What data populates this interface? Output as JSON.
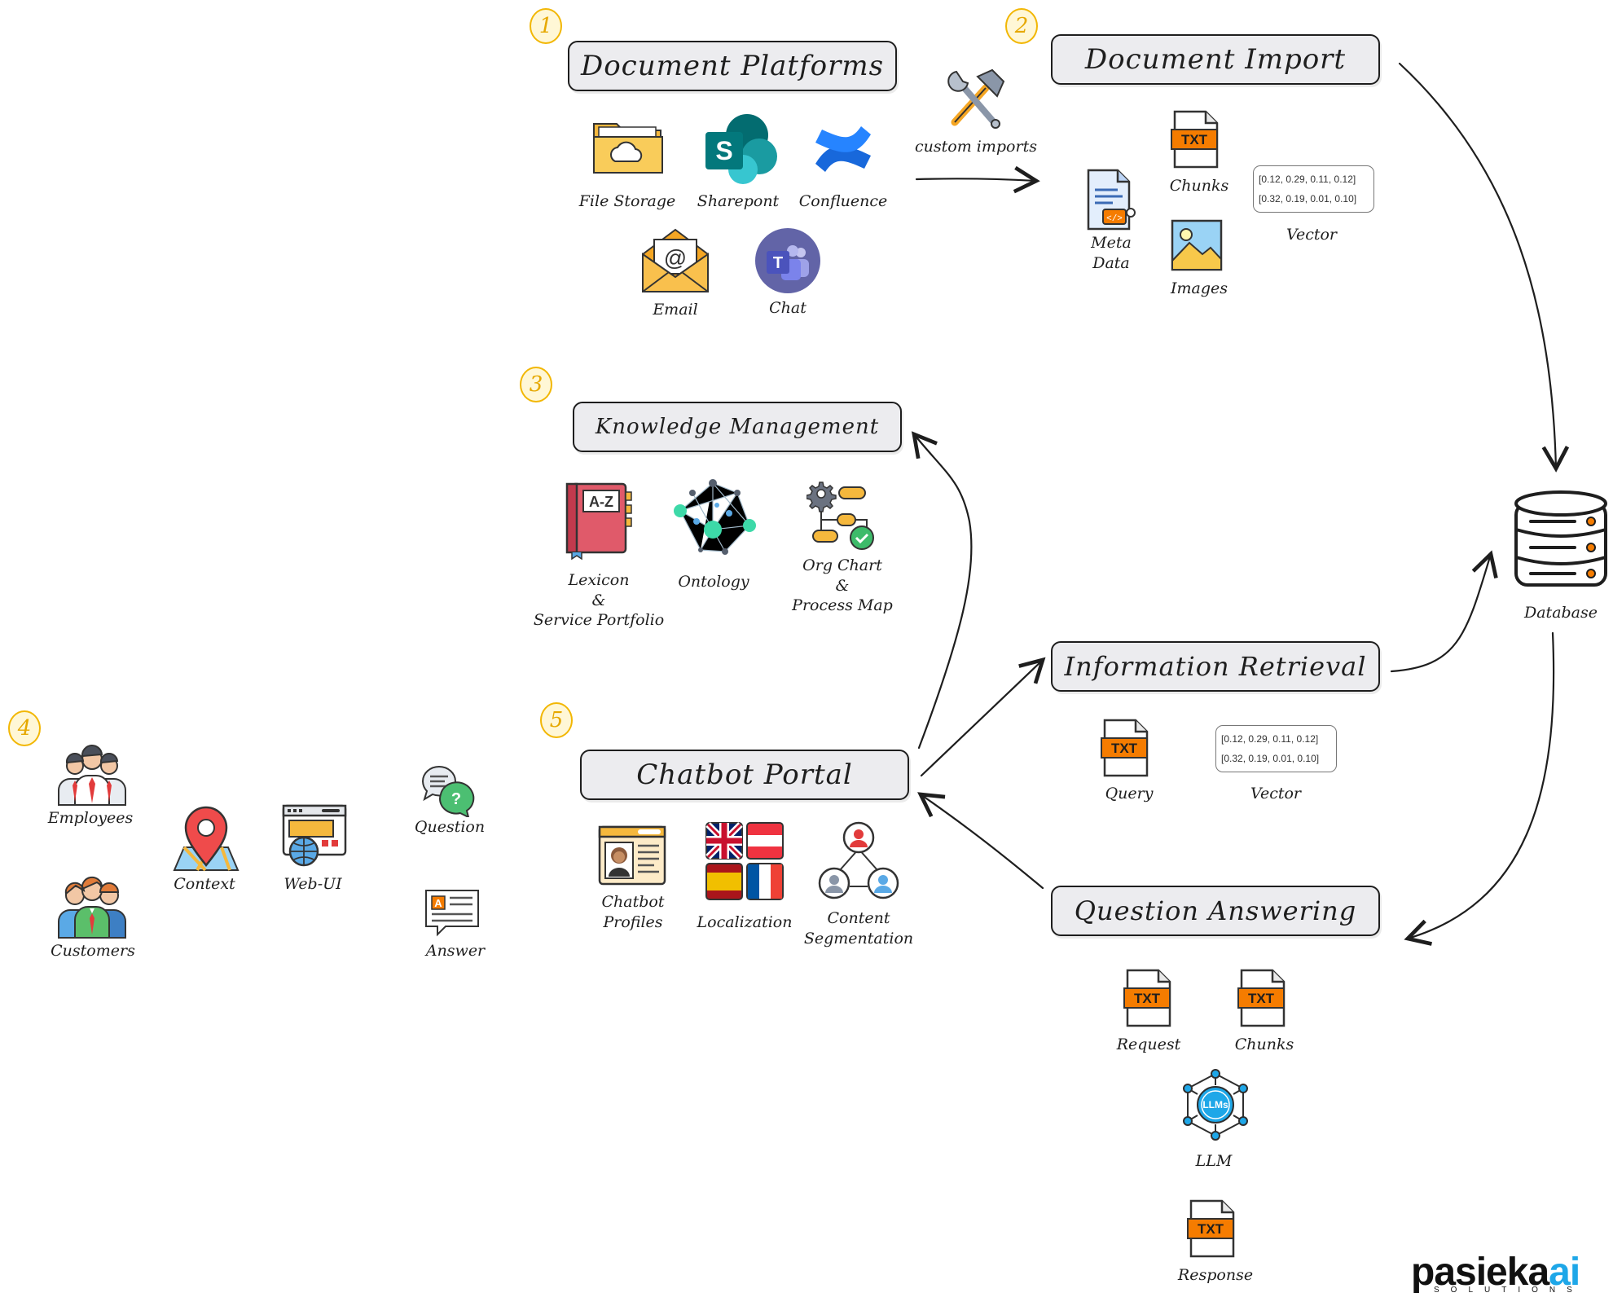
{
  "sections": {
    "document_platforms": {
      "number": "1",
      "title": "Document Platforms",
      "items": {
        "file_storage": "File Storage",
        "sharepoint": "Sharepont",
        "confluence": "Confluence",
        "email": "Email",
        "chat": "Chat"
      }
    },
    "document_import": {
      "number": "2",
      "title": "Document Import",
      "items": {
        "chunks": "Chunks",
        "meta_data": "Meta\nData",
        "images": "Images",
        "vector": "Vector"
      },
      "vector_values": [
        "[0.12, 0.29, 0.11, 0.12]",
        "[0.32, 0.19, 0.01, 0.10]"
      ]
    },
    "custom_imports": "custom imports",
    "knowledge_management": {
      "number": "3",
      "title": "Knowledge Management",
      "items": {
        "lexicon": "Lexicon\n&\nService Portfolio",
        "ontology": "Ontology",
        "org_chart": "Org Chart\n&\nProcess Map"
      }
    },
    "users": {
      "number": "4",
      "items": {
        "employees": "Employees",
        "customers": "Customers",
        "context": "Context",
        "web_ui": "Web-UI",
        "question": "Question",
        "answer": "Answer"
      }
    },
    "chatbot_portal": {
      "number": "5",
      "title": "Chatbot Portal",
      "items": {
        "profiles": "Chatbot\nProfiles",
        "localization": "Localization",
        "segmentation": "Content\nSegmentation"
      }
    },
    "information_retrieval": {
      "title": "Information Retrieval",
      "items": {
        "query": "Query",
        "vector": "Vector"
      },
      "vector_values": [
        "[0.12, 0.29, 0.11, 0.12]",
        "[0.32, 0.19, 0.01, 0.10]"
      ]
    },
    "question_answering": {
      "title": "Question Answering",
      "items": {
        "request": "Request",
        "chunks": "Chunks",
        "llm": "LLM",
        "llm_badge": "LLMs",
        "response": "Response"
      }
    },
    "database": {
      "label": "Database"
    }
  },
  "file_badge": "TXT",
  "flag_colors": [
    "#012169",
    "#c8102e",
    "#ef3340",
    "#aa151b",
    "#f1bf00",
    "#0055a4",
    "#ef4135"
  ],
  "logo": {
    "brand": "pasieka",
    "accent": "ai",
    "tagline": "SOLUTIONS",
    "accent_color": "#1ea7e8"
  }
}
